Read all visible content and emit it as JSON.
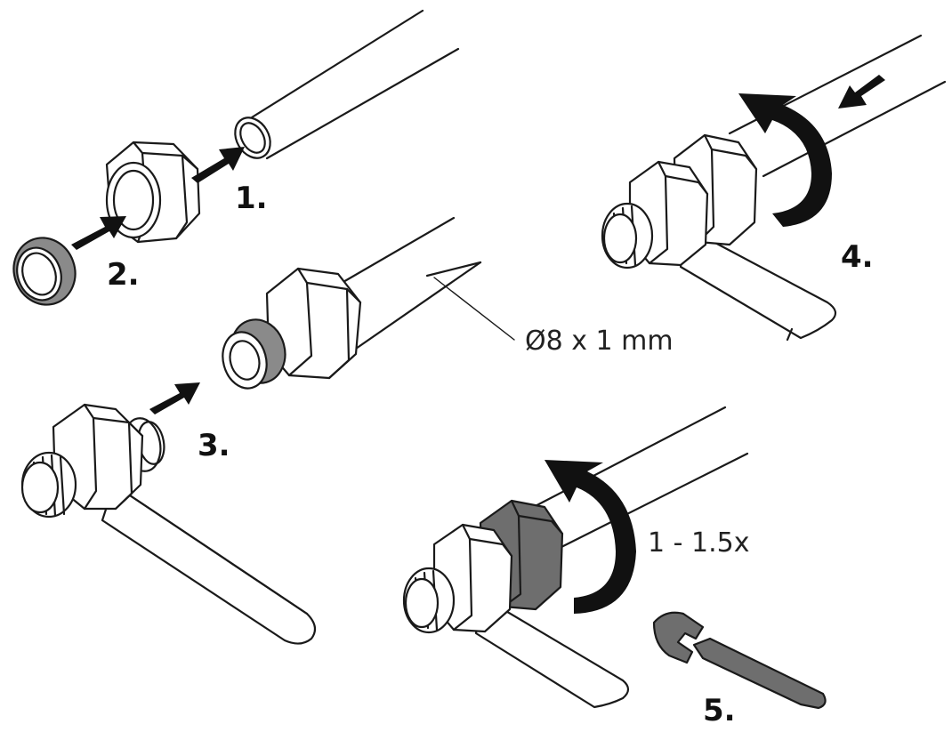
{
  "steps": {
    "step1": "1.",
    "step2": "2.",
    "step3": "3.",
    "step4": "4.",
    "step5": "5."
  },
  "pipe_spec": "Ø8 x 1 mm",
  "turns": "1 - 1.5x",
  "colors": {
    "line": "#1a1a1a",
    "ring": "#8a8a8a",
    "wrench": "#6e6e6e",
    "background": "#ffffff"
  }
}
